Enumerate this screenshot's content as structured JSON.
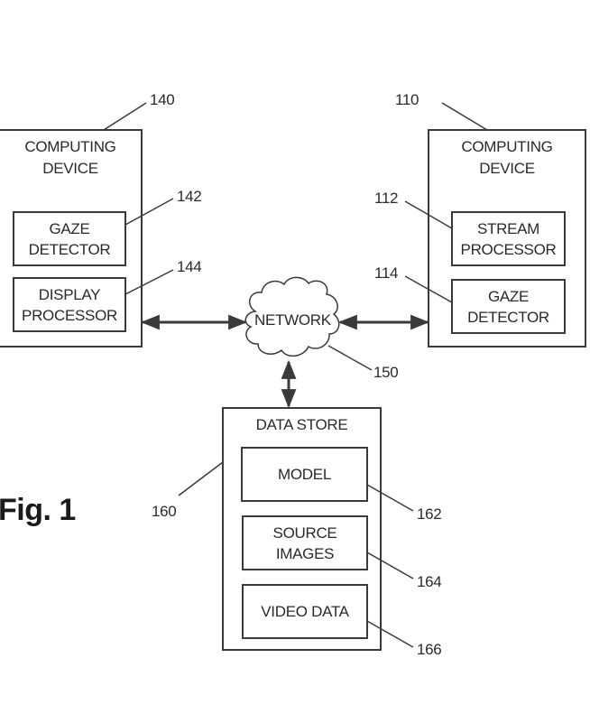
{
  "figure_label": "Fig. 1",
  "devices": {
    "left": {
      "ref": "140",
      "title": "COMPUTING\nDEVICE",
      "components": [
        {
          "ref": "142",
          "label": "GAZE\nDETECTOR"
        },
        {
          "ref": "144",
          "label": "DISPLAY\nPROCESSOR"
        }
      ]
    },
    "right": {
      "ref": "110",
      "title": "COMPUTING\nDEVICE",
      "components": [
        {
          "ref": "112",
          "label": "STREAM\nPROCESSOR"
        },
        {
          "ref": "114",
          "label": "GAZE\nDETECTOR"
        }
      ]
    }
  },
  "network": {
    "ref": "150",
    "label": "NETWORK"
  },
  "data_store": {
    "ref": "160",
    "title": "DATA STORE",
    "components": [
      {
        "ref": "162",
        "label": "MODEL"
      },
      {
        "ref": "164",
        "label": "SOURCE\nIMAGES"
      },
      {
        "ref": "166",
        "label": "VIDEO DATA"
      }
    ]
  },
  "connections": [
    {
      "from": "140",
      "to": "150",
      "type": "bidirectional"
    },
    {
      "from": "150",
      "to": "110",
      "type": "bidirectional"
    },
    {
      "from": "150",
      "to": "160",
      "type": "bidirectional"
    }
  ],
  "colors": {
    "line": "#3a3a3a",
    "text": "#2a2a2a",
    "background": "#ffffff"
  }
}
